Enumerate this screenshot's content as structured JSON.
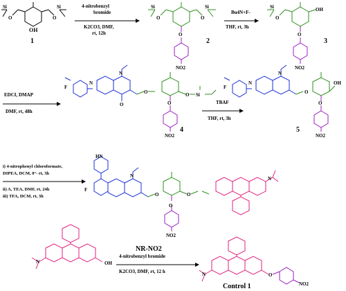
{
  "colors": {
    "green": "#2f8f1f",
    "blue": "#1a2fd6",
    "purple": "#9b1fbf",
    "magenta": "#e0207e",
    "black": "#000000"
  },
  "compounds": {
    "c1": "1",
    "c2": "2",
    "c3": "3",
    "c4": "4",
    "c5": "5",
    "nr": "NR-NO2",
    "ctrl": "Control 1"
  },
  "steps": {
    "s1_line1": "4-nitrobenzyl",
    "s1_line2": "bromide",
    "s1_line3": "K2CO3, DMF,",
    "s1_line4": "rt, 12h",
    "s2_line1": "Bu4N+F-",
    "s2_line2": "THF, rt, 3h",
    "s3_line1": "EDCI, DMAP",
    "s3_line2": "DMF, rt, 48h",
    "s4_line1": "TBAF",
    "s4_line2": "THF, rt, 3h",
    "s5_line1": "i) 4-nitrophenyl chloroformate,",
    "s5_line2": "DIPEA, DCM, 0°- rt, 3h",
    "s5_line3": "ii)  A, TEA, DMF, rt, 24h",
    "s5_line4": "iii) TFA, DCM, rt, 3h",
    "s6_line1": "4-nitrobenzyl bromide",
    "s6_line2": "K2CO3, DMF, rt, 12 h"
  },
  "atoms": {
    "oh": "OH",
    "o": "O",
    "si": "Si",
    "no2": "NO2",
    "n": "N",
    "f": "F",
    "hn": "HN"
  }
}
